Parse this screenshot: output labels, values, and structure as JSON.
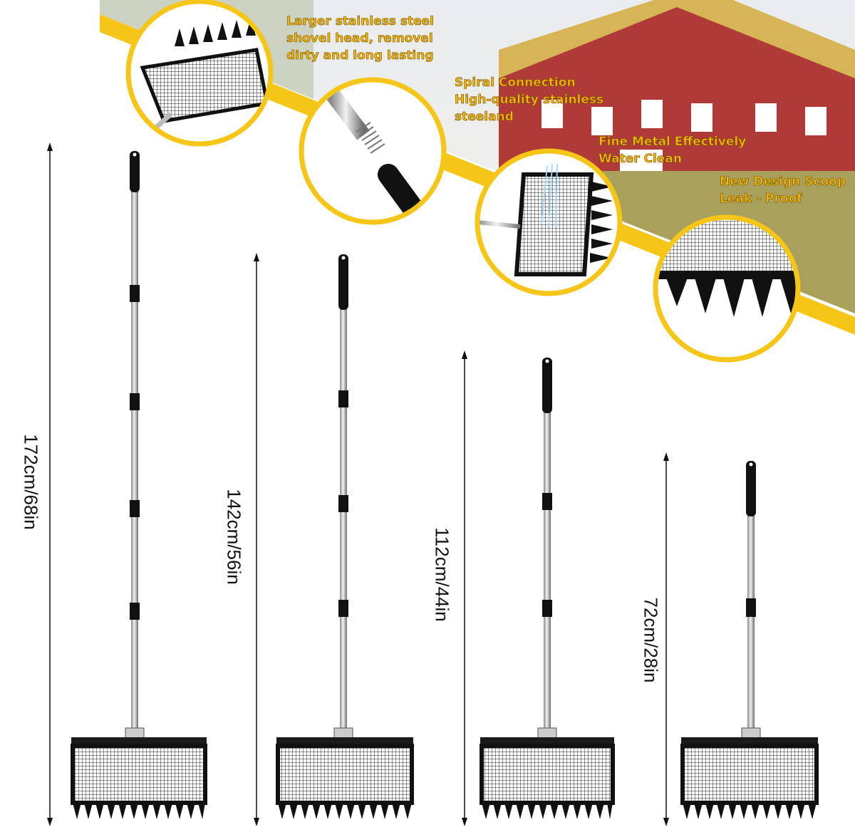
{
  "callouts": [
    {
      "lines": [
        "Larger stainless steel",
        "shovel head, removel",
        "dirty and long lasting"
      ]
    },
    {
      "lines": [
        "Spiral Connection",
        "High-quality stainless",
        "steeland"
      ]
    },
    {
      "lines": [
        "Fine Metal Effectively",
        "Water Clean"
      ]
    },
    {
      "lines": [
        "New Design Scoop",
        "Leak - Proof"
      ]
    }
  ],
  "dimensions": [
    {
      "label": "172cm/68in"
    },
    {
      "label": "142cm/56in"
    },
    {
      "label": "112cm/44in"
    },
    {
      "label": "72cm/28in"
    }
  ],
  "colors": {
    "accent_yellow": "#f5c518",
    "handle_black": "#111111",
    "steel": "#c8c8c8",
    "barn_red": "#b23a3a",
    "roof_yellow": "#d9b24a"
  }
}
